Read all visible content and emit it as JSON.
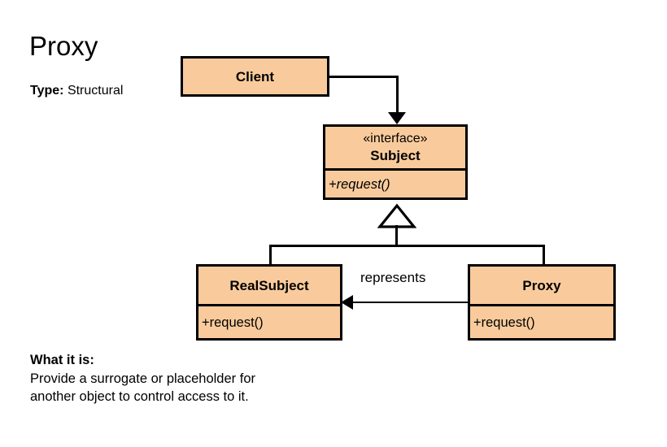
{
  "header": {
    "pattern_title": "Proxy",
    "type_label": "Type:",
    "type_value": "Structural"
  },
  "diagram": {
    "classes": {
      "client": {
        "name": "Client",
        "stereotype": "",
        "members": []
      },
      "subject": {
        "stereotype": "«interface»",
        "name": "Subject",
        "members": [
          "+request()"
        ]
      },
      "realsubject": {
        "stereotype": "",
        "name": "RealSubject",
        "members": [
          "+request()"
        ]
      },
      "proxy": {
        "stereotype": "",
        "name": "Proxy",
        "members": [
          "+request()"
        ]
      }
    },
    "edges": {
      "client_to_subject": {
        "kind": "dependency-arrow",
        "label": ""
      },
      "realsubject_to_subject": {
        "kind": "generalization",
        "label": ""
      },
      "proxy_to_subject": {
        "kind": "generalization",
        "label": ""
      },
      "proxy_to_realsubject": {
        "kind": "association-arrow",
        "label": "represents"
      }
    },
    "colors": {
      "box_fill": "#f9cb9c",
      "box_stroke": "#000000",
      "background": "#ffffff",
      "text": "#000000"
    }
  },
  "footer": {
    "what_it_is_heading": "What it is:",
    "description_line_1": "Provide a surrogate or placeholder for",
    "description_line_2": "another object to control access to it."
  }
}
